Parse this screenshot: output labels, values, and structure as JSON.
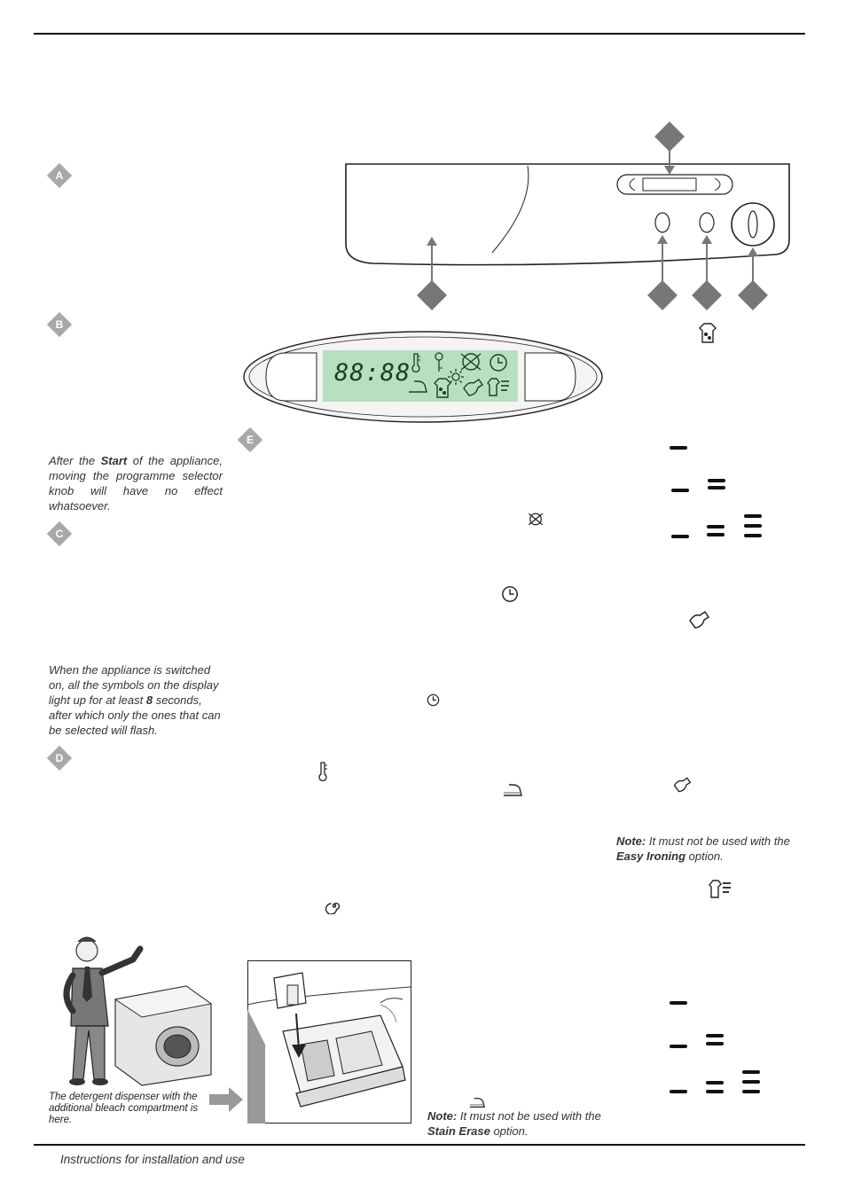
{
  "notes": {
    "start_note": [
      "After the ",
      "Start",
      " of the appliance, moving the programme selector knob will have no effect whatsoever."
    ],
    "display_note_a": "When the appliance is switched on, all the symbols on the display light up for at least ",
    "display_note_b": "8",
    "display_note_c": " seconds, after which only the ones that can be selected will flash.",
    "note_label": "Note:",
    "ironing_note_text": " It must not be used with the ",
    "ironing_note_bold": "Easy Ironing",
    "ironing_note_end": " option.",
    "stain_note_text": " It must not be used with the ",
    "stain_note_bold": "Stain Erase",
    "stain_note_end": " option."
  },
  "markers": [
    "A",
    "B",
    "C",
    "D",
    "E"
  ],
  "display": {
    "digits": "88:88",
    "screen_color": "#b8e0c0"
  },
  "captions": {
    "dispenser": "The detergent dispenser with the additional  bleach compartment is here."
  },
  "footer": {
    "text": "Instructions for installation and use"
  },
  "icons": [
    "thermometer-icon",
    "key-icon",
    "no-spin-icon",
    "clock-icon",
    "iron-icon",
    "stain-shirt-icon",
    "sun-icon",
    "delicate-shirt-icon",
    "easy-iron-shirt-icon",
    "spiral-icon",
    "arrow-right-icon"
  ]
}
